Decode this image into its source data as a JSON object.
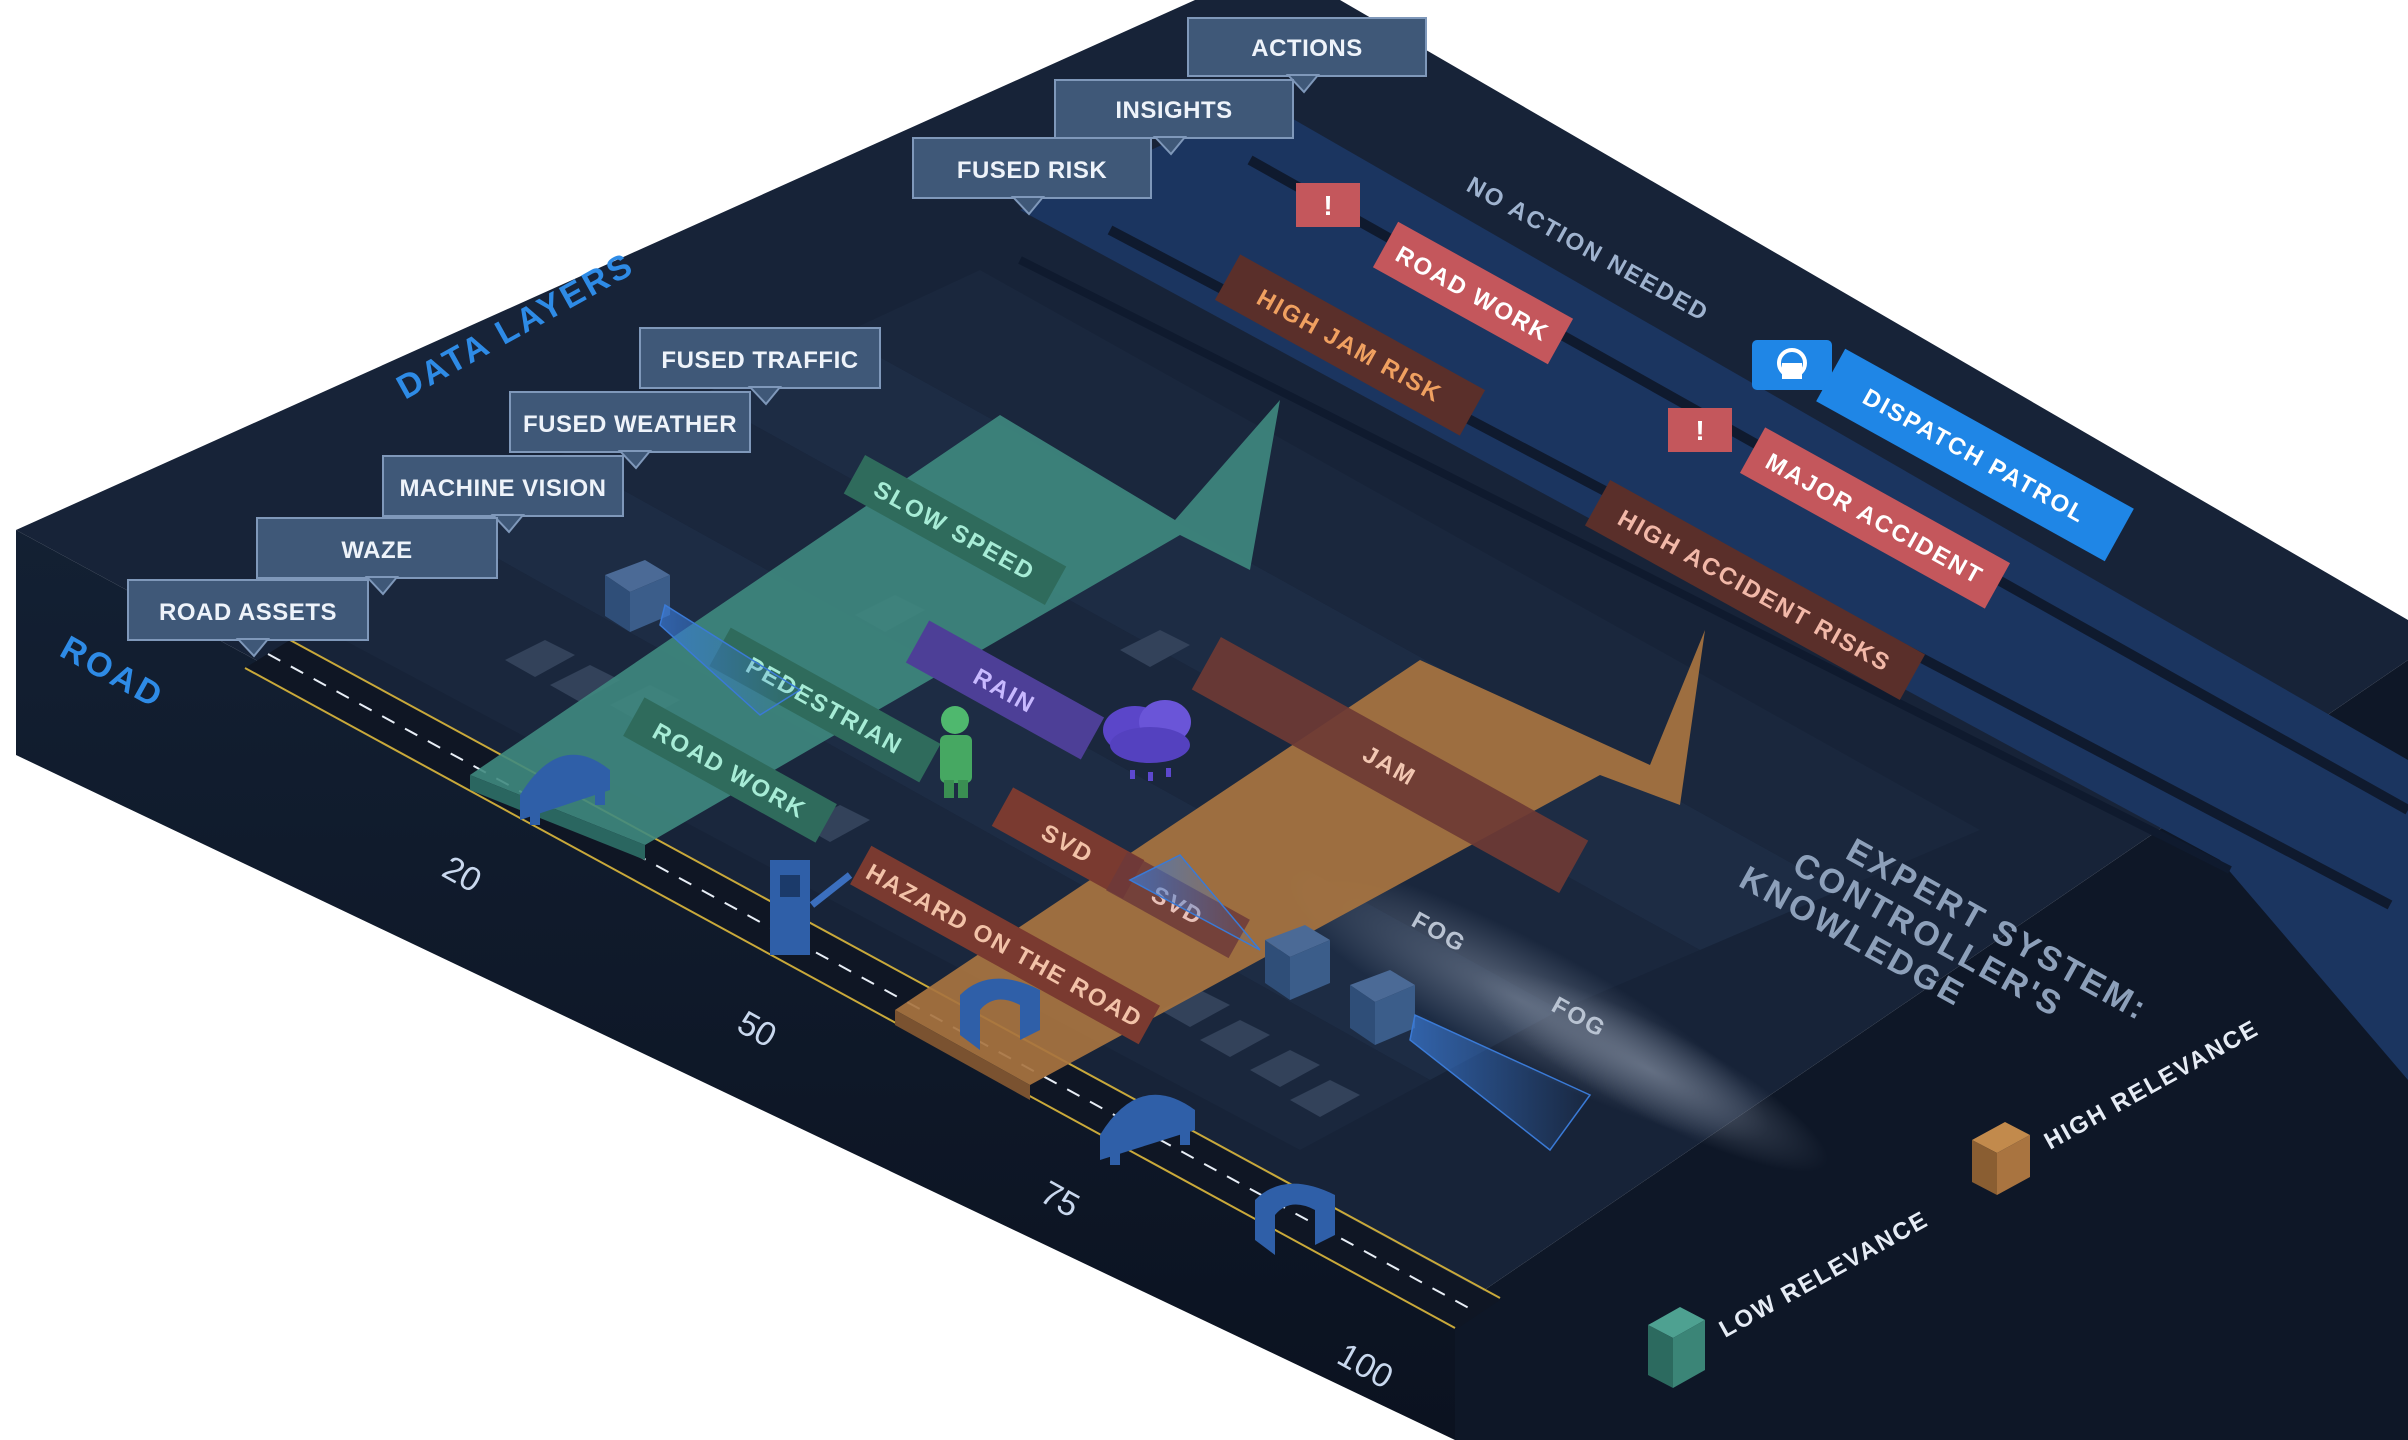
{
  "header_labels": {
    "data_layers": "DATA LAYERS",
    "road": "ROAD",
    "expert_system": [
      "EXPERT SYSTEM:",
      "CONTROLLER'S",
      "KNOWLEDGE"
    ]
  },
  "callouts": {
    "actions": "ACTIONS",
    "insights": "INSIGHTS",
    "fused_risk": "FUSED RISK",
    "fused_traffic": "FUSED TRAFFIC",
    "fused_weather": "FUSED WEATHER",
    "machine_vision": "MACHINE VISION",
    "waze": "WAZE",
    "road_assets": "ROAD ASSETS"
  },
  "action_labels": {
    "no_action": "NO ACTION NEEDED",
    "road_work": "ROAD WORK",
    "high_jam_risk": "HIGH JAM RISK",
    "dispatch_patrol": "DISPATCH PATROL",
    "major_accident": "MAJOR ACCIDENT",
    "high_accident_risks": "HIGH ACCIDENT RISKS"
  },
  "layer_labels": {
    "slow_speed": "SLOW SPEED",
    "pedestrian": "PEDESTRIAN",
    "rain": "RAIN",
    "road_work": "ROAD WORK",
    "svd1": "SVD",
    "svd2": "SVD",
    "hazard": "HAZARD ON THE ROAD",
    "jam": "JAM",
    "fog1": "FOG",
    "fog2": "FOG"
  },
  "axis_ticks": [
    "20",
    "50",
    "75",
    "100"
  ],
  "legend": {
    "high": "HIGH RELEVANCE",
    "low": "LOW RELEVANCE"
  },
  "colors": {
    "board_top": "#162238",
    "board_side": "#0f1828",
    "actions_band": "#1c3560",
    "teal": "#3f8a80",
    "orange": "#a87440",
    "red_chip": "#c4575c",
    "brown_chip": "#5a2f2a",
    "blue_button": "#1f86e6",
    "accent_label": "#2e8be6"
  }
}
